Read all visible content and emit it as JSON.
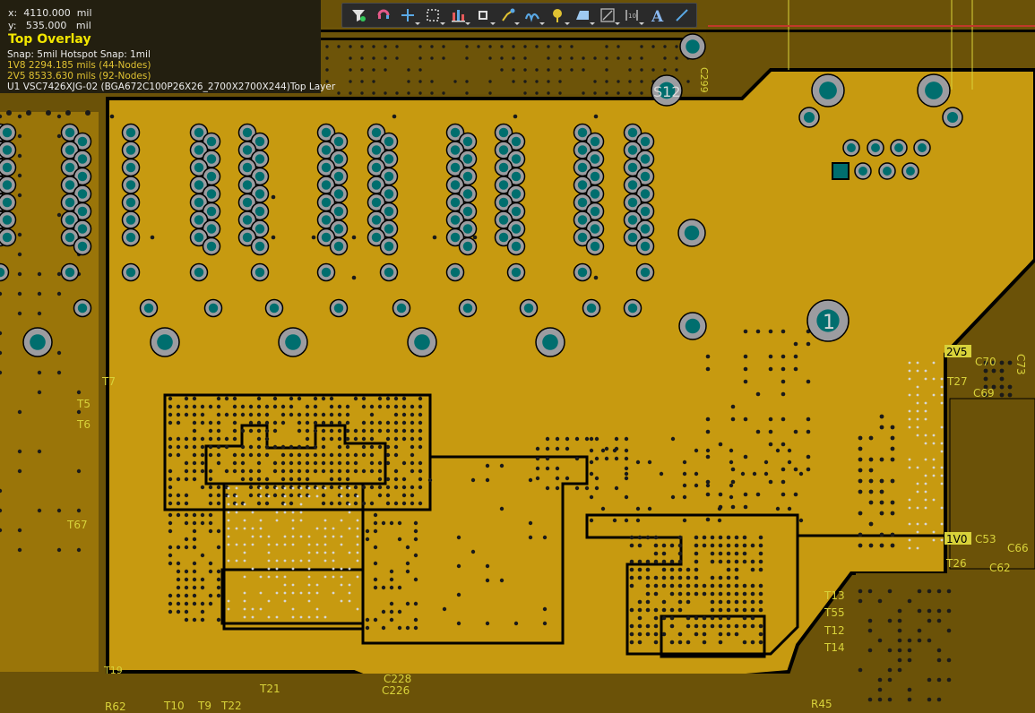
{
  "hud": {
    "x_label": "x:",
    "x_value": "4110.000",
    "y_label": "y:",
    "y_value": "535.000",
    "unit": "mil",
    "layer_name": "Top Overlay",
    "snap_text": "Snap: 5mil Hotspot Snap: 1mil",
    "nets": [
      {
        "name": "1V8",
        "length": "2294.185 mils",
        "nodes": "(44-Nodes)"
      },
      {
        "name": "2V5",
        "length": "8533.630 mils",
        "nodes": "(92-Nodes)"
      }
    ],
    "component": "U1  VSC7426XJG-02 (BGA672C100P26X26_2700X2700X244)Top Layer"
  },
  "toolbar": {
    "tools": [
      {
        "name": "filter-icon",
        "caret": false
      },
      {
        "name": "route-icon",
        "caret": false
      },
      {
        "name": "crosshair-icon",
        "caret": true
      },
      {
        "name": "select-rect-icon",
        "caret": true
      },
      {
        "name": "align-icon",
        "caret": true
      },
      {
        "name": "component-icon",
        "caret": true
      },
      {
        "name": "interactive-route-icon",
        "caret": true
      },
      {
        "name": "diff-pair-icon",
        "caret": true
      },
      {
        "name": "pad-icon",
        "caret": true
      },
      {
        "name": "polygon-icon",
        "caret": true
      },
      {
        "name": "region-icon",
        "caret": true
      },
      {
        "name": "dimension-icon",
        "caret": true
      },
      {
        "name": "text-icon",
        "caret": false
      },
      {
        "name": "line-icon",
        "caret": false
      }
    ]
  },
  "silkscreen": {
    "labels": [
      {
        "id": "s12",
        "text": "S12"
      },
      {
        "id": "pin1",
        "text": "1"
      },
      {
        "id": "c299",
        "text": "C299"
      },
      {
        "id": "t5",
        "text": "T5"
      },
      {
        "id": "t6",
        "text": "T6"
      },
      {
        "id": "t67",
        "text": "T67"
      },
      {
        "id": "t7",
        "text": "T7"
      },
      {
        "id": "net2v5",
        "text": "2V5"
      },
      {
        "id": "c70",
        "text": "C70"
      },
      {
        "id": "c73",
        "text": "C73"
      },
      {
        "id": "t27",
        "text": "T27"
      },
      {
        "id": "c69",
        "text": "C69"
      },
      {
        "id": "net1v0",
        "text": "1V0"
      },
      {
        "id": "c53",
        "text": "C53"
      },
      {
        "id": "c66",
        "text": "C66"
      },
      {
        "id": "t26",
        "text": "T26"
      },
      {
        "id": "c62",
        "text": "C62"
      },
      {
        "id": "t13",
        "text": "T13"
      },
      {
        "id": "t55",
        "text": "T55"
      },
      {
        "id": "t12",
        "text": "T12"
      },
      {
        "id": "t14",
        "text": "T14"
      },
      {
        "id": "r45",
        "text": "R45"
      },
      {
        "id": "c228",
        "text": "C228"
      },
      {
        "id": "c226",
        "text": "C226"
      },
      {
        "id": "t21",
        "text": "T21"
      },
      {
        "id": "t10",
        "text": "T10"
      },
      {
        "id": "t9",
        "text": "T9"
      },
      {
        "id": "t22",
        "text": "T22"
      },
      {
        "id": "r62",
        "text": "R62"
      },
      {
        "id": "t19",
        "text": "T19"
      }
    ]
  },
  "colors": {
    "board": "#6b5208",
    "copper": "#c79a10",
    "pad_ring": "#9c9ca0",
    "drill": "#006e6e",
    "silk": "#d8d23a"
  }
}
